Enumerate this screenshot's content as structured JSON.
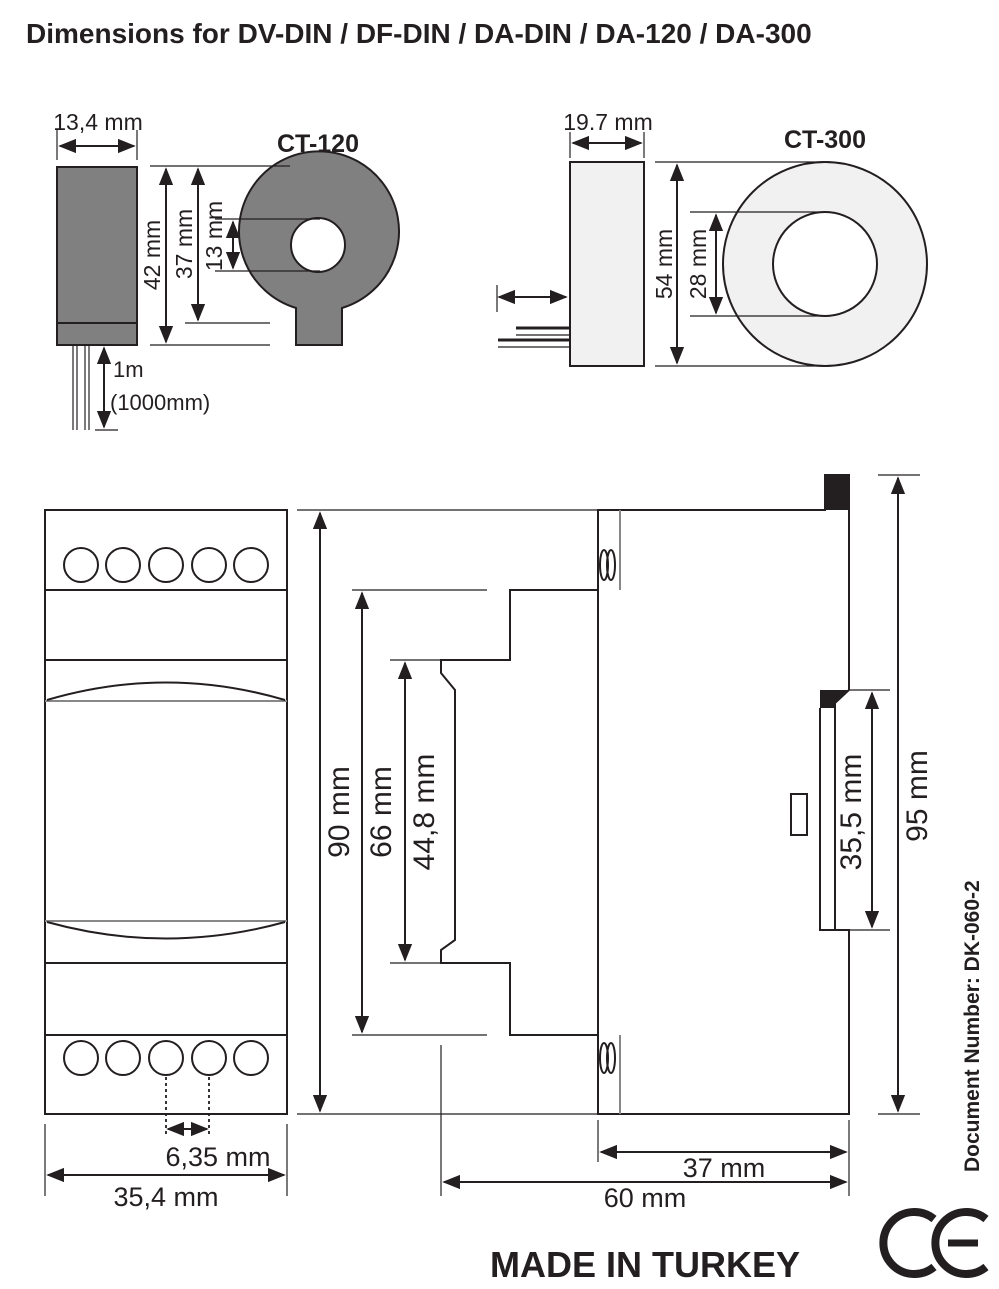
{
  "title": "Dimensions for DV-DIN / DF-DIN / DA-DIN / DA-120 / DA-300",
  "ct120": {
    "name": "CT-120",
    "width": "13,4 mm",
    "height_outer": "42 mm",
    "diameter_outer": "37 mm",
    "diameter_inner": "13 mm",
    "cable_length": "1m",
    "cable_length_mm": "(1000mm)"
  },
  "ct300": {
    "name": "CT-300",
    "width": "19.7 mm",
    "diameter_outer": "54 mm",
    "diameter_inner": "28 mm"
  },
  "module": {
    "terminal_pitch": "6,35 mm",
    "width": "35,4 mm",
    "height": "90 mm",
    "height_mid": "66 mm",
    "height_front": "44,8 mm",
    "rail": "35,5 mm",
    "height_total": "95 mm",
    "depth_front": "37 mm",
    "depth_total": "60 mm"
  },
  "document_number": "Document Number: DK-060-2",
  "made_in": "MADE IN TURKEY",
  "ce_mark": "CE"
}
